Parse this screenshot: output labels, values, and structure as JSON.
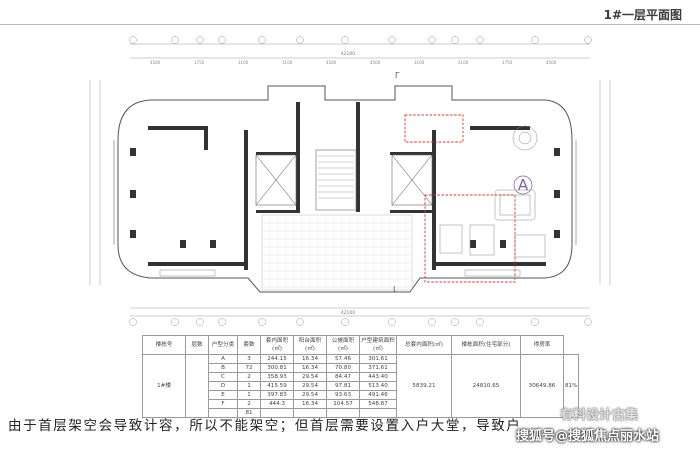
{
  "header": {
    "title": "1#一层平面图"
  },
  "plan": {
    "top_dims": [
      "4500",
      "1750",
      "2100",
      "3100",
      "4500",
      "4500",
      "3100",
      "2100",
      "1750",
      "4500"
    ],
    "overall_dim": "42100",
    "bottom_overall_dim": "42100",
    "mark_top": "Γ",
    "mark_bottom": "L",
    "unit_letter": "A",
    "unit_color": "#7b5ea7",
    "highlight_color": "#d9362b"
  },
  "table": {
    "headers": [
      "楼栋号",
      "层数",
      "户型分类",
      "套数",
      "套内面积(㎡)",
      "阳台面积(㎡)",
      "公摊面积(㎡)",
      "户型建筑面积(㎡)",
      "总套内面积(㎡)",
      "楼栋面积(住宅部分)",
      "得房率"
    ],
    "building": "1#楼",
    "rows": [
      [
        "A",
        "3",
        "244.15",
        "16.34",
        "57.46",
        "301.61"
      ],
      [
        "B",
        "72",
        "300.81",
        "16.34",
        "70.80",
        "371.61"
      ],
      [
        "C",
        "2",
        "358.93",
        "29.54",
        "84.47",
        "443.40"
      ],
      [
        "D",
        "1",
        "415.59",
        "29.54",
        "97.81",
        "513.40"
      ],
      [
        "E",
        "1",
        "397.83",
        "29.54",
        "93.63",
        "491.46"
      ],
      [
        "F",
        "2",
        "444.3",
        "16.34",
        "104.57",
        "548.87"
      ]
    ],
    "total_count": "81",
    "total_area": "5839.21",
    "building_total": "24810.65",
    "building_area": "30649.86",
    "ratio": "81%"
  },
  "footer": {
    "text": "由于首层架空会导致计容，所以不能架空；但首层需要设置入户大堂，导致户"
  },
  "watermark": {
    "primary": "有料设计古集",
    "secondary": "搜狐号@搜狐焦点丽水站"
  }
}
